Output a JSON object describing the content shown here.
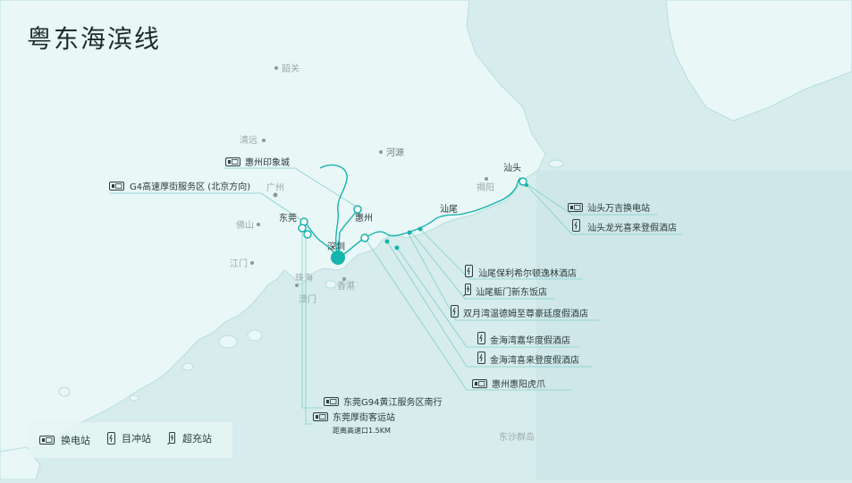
{
  "title": "粤东海滨线",
  "colors": {
    "sea": "#d7ecec",
    "land": "#e9f7f6",
    "route": "#17b3ad",
    "label_line": "#7fd0cc",
    "text": "#2a3b3d"
  },
  "cities": {
    "shaoguan": "韶关",
    "qingyuan": "清远",
    "heyuan": "河源",
    "guangzhou": "广州",
    "foshan": "佛山",
    "jiangmen": "江门",
    "zhuhai": "珠海",
    "macau": "澳门",
    "hongkong": "香港",
    "jieyang": "揭阳",
    "dongsha": "东沙群岛"
  },
  "route_cities": {
    "shenzhen": "深圳",
    "dongguan": "东莞",
    "huizhou": "惠州",
    "shanwei": "汕尾",
    "shantou": "汕头"
  },
  "stations": [
    {
      "label": "惠州印象城",
      "type": "swap"
    },
    {
      "label": "G4高速厚街服务区 (北京方向)",
      "type": "swap"
    },
    {
      "label": "汕头万吉换电站",
      "type": "swap"
    },
    {
      "label": "汕头龙光喜来登假酒店",
      "type": "dest"
    },
    {
      "label": "汕尾保利希尔顿逸林酒店",
      "type": "dest"
    },
    {
      "label": "汕尾鲘门新东饭店",
      "type": "super"
    },
    {
      "label": "双月湾温德姆至尊豪廷度假酒店",
      "type": "dest"
    },
    {
      "label": "金海湾嘉华度假酒店",
      "type": "dest"
    },
    {
      "label": "金海湾喜来登度假酒店",
      "type": "dest"
    },
    {
      "label": "惠州惠阳虎爪",
      "type": "swap"
    },
    {
      "label": "东莞G94黄江服务区南行",
      "type": "swap"
    },
    {
      "label": "东莞厚街客运站",
      "type": "swap"
    }
  ],
  "station_note": "距离高速口1.5KM",
  "legend": {
    "swap_label": "换电站",
    "dest_label": "目冲站",
    "super_label": "超充站"
  },
  "icons": {
    "swap": "battery-swap-icon",
    "dest": "destination-charger-icon",
    "super": "supercharger-icon"
  }
}
